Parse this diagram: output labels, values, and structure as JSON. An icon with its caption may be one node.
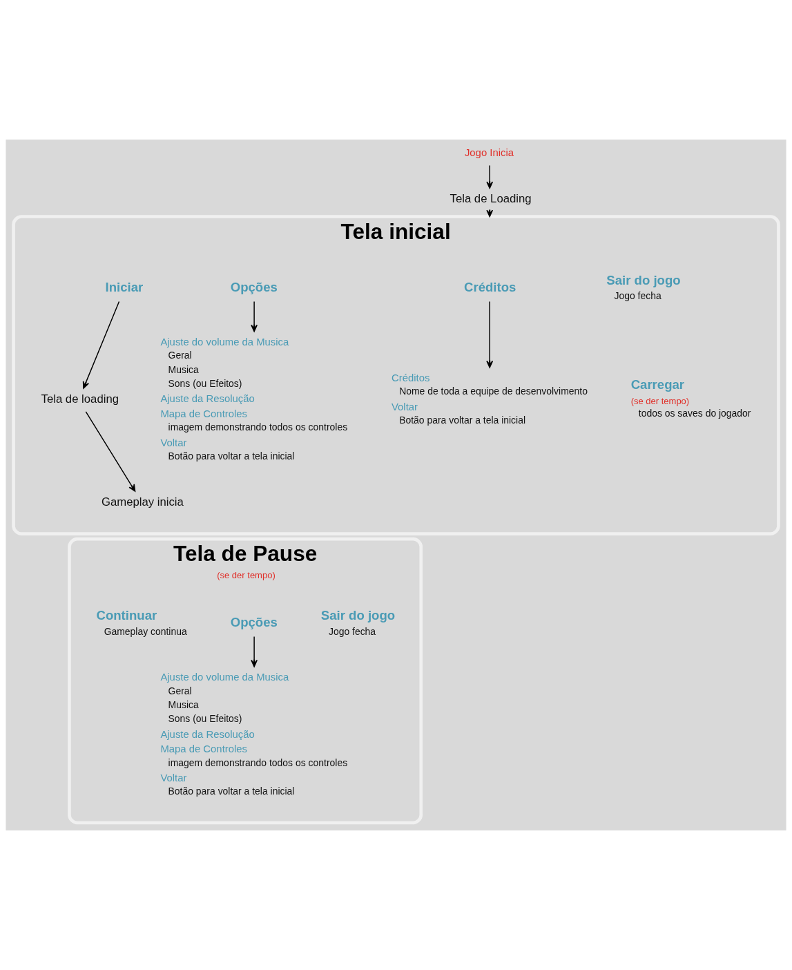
{
  "diagram": {
    "nodes": [
      {
        "text": [
          "Jogo Inicia"
        ]
      },
      {
        "text": [
          "Tela de Loading"
        ]
      },
      {
        "text": [
          "Tela inicial"
        ]
      },
      {
        "text": [
          "Iniciar"
        ],
        "in": 2
      },
      {
        "text": [
          "Tela de loading"
        ],
        "in": 2
      },
      {
        "text": [
          "Gameplay inicia"
        ],
        "in": 2
      },
      {
        "text": [
          "Opções"
        ],
        "in": 2
      },
      {
        "text": [
          "Ajuste do volume da Musica",
          "Geral",
          "Musica",
          "Sons (ou Efeitos)",
          "Ajuste da Resolução",
          "Mapa de Controles",
          "imagem demonstrando todos os controles",
          "Voltar",
          "Botão para voltar a tela inicial"
        ],
        "in": 2
      },
      {
        "text": [
          "Créditos"
        ],
        "in": 2
      },
      {
        "text": [
          "Créditos",
          "Nome de toda a equipe de desenvolvimento",
          "Voltar",
          "Botão para voltar a tela inicial"
        ],
        "in": 2
      },
      {
        "text": [
          "Sair do jogo",
          "Jogo fecha"
        ],
        "in": 2
      },
      {
        "text": [
          "Carregar",
          "(se der tempo)",
          "todos os saves do jogador"
        ],
        "in": 2
      },
      {
        "text": [
          "Tela de Pause",
          "(se der tempo)"
        ]
      },
      {
        "text": [
          "Continuar",
          "Gameplay continua"
        ],
        "in": 12
      },
      {
        "text": [
          "Opções"
        ],
        "in": 12
      },
      {
        "text": [
          "Ajuste do volume da Musica",
          "Geral",
          "Musica",
          "Sons (ou Efeitos)",
          "Ajuste da Resolução",
          "Mapa de Controles",
          "imagem demonstrando todos os controles",
          "Voltar",
          "Botão para voltar a tela inicial"
        ],
        "in": 12
      },
      {
        "text": [
          "Sair do jogo",
          "Jogo fecha"
        ],
        "in": 12
      }
    ],
    "edges": [
      {
        "from": 0,
        "to": 1,
        "arrow": "to"
      },
      {
        "from": 1,
        "to": 2,
        "arrow": "to"
      },
      {
        "from": 3,
        "to": 4,
        "arrow": "to"
      },
      {
        "from": 4,
        "to": 5,
        "arrow": "to"
      },
      {
        "from": 6,
        "to": 7,
        "arrow": "to"
      },
      {
        "from": 8,
        "to": 9,
        "arrow": "to"
      },
      {
        "from": 14,
        "to": 15,
        "arrow": "to"
      }
    ]
  }
}
